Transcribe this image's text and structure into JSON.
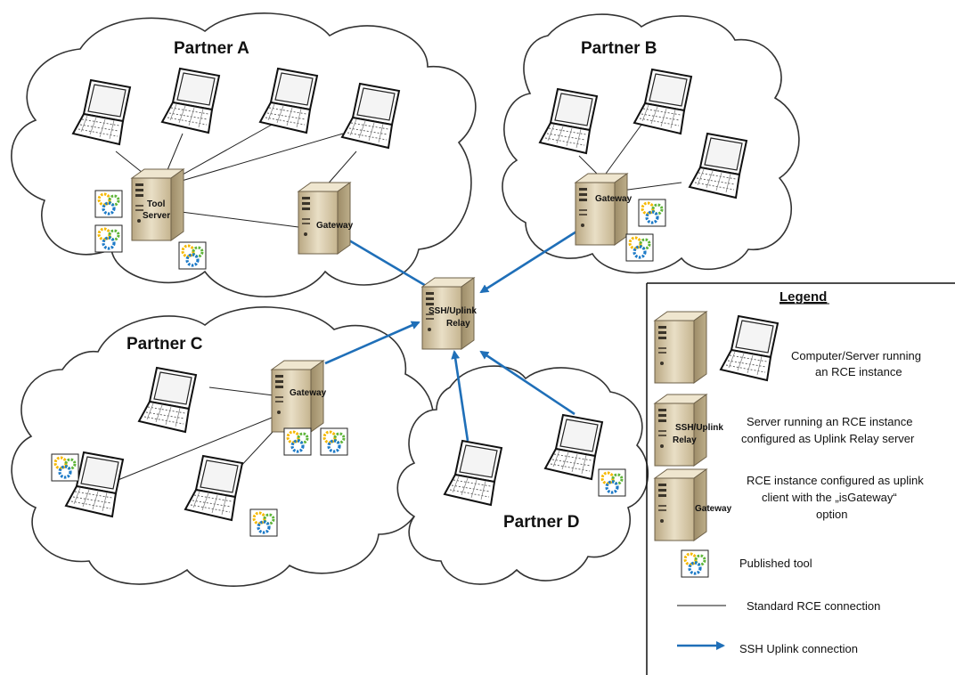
{
  "partners": {
    "a": "Partner A",
    "b": "Partner B",
    "c": "Partner C",
    "d": "Partner D"
  },
  "servers": {
    "tool_server_line1": "Tool",
    "tool_server_line2": "Server",
    "gateway": "Gateway",
    "relay_line1": "SSH/Uplink",
    "relay_line2": "Relay"
  },
  "legend": {
    "title": "Legend",
    "computer_line1": "Computer/Server running",
    "computer_line2": "an RCE instance",
    "relay_icon_line1": "SSH/Uplink",
    "relay_icon_line2": "Relay",
    "relay_line1": "Server running an RCE instance",
    "relay_line2": "configured as Uplink Relay server",
    "gateway_icon": "Gateway",
    "gateway_line1": "RCE instance configured as uplink",
    "gateway_line2": "client with the „isGateway“",
    "gateway_line3": "option",
    "published_tool": "Published tool",
    "standard_connection": "Standard RCE connection",
    "ssh_connection": "SSH Uplink connection"
  },
  "colors": {
    "ssh_arrow": "#1f6fb8",
    "server_body": "#d8c9a8",
    "cloud_stroke": "#333333"
  }
}
